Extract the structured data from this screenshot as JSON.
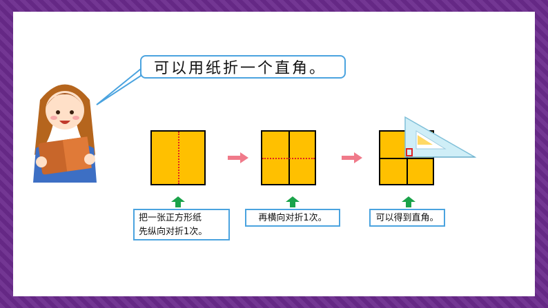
{
  "speech": {
    "text": "可以用纸折一个直角。"
  },
  "steps": [
    {
      "caption_lines": [
        "把一张正方形纸",
        "先纵向对折1次。"
      ]
    },
    {
      "caption_lines": [
        "再横向对折1次。"
      ]
    },
    {
      "caption_lines": [
        "可以得到直角。"
      ]
    }
  ],
  "colors": {
    "frame": "#6a2a8c",
    "paper": "#ffc000",
    "fold_line": "#e02020",
    "arrow_right": "#f07a8a",
    "arrow_up": "#1aa34a",
    "box_border": "#4aa3df"
  },
  "icons": [
    "girl-reading-illustration",
    "set-square-icon",
    "right-arrow-icon",
    "up-arrow-icon"
  ]
}
